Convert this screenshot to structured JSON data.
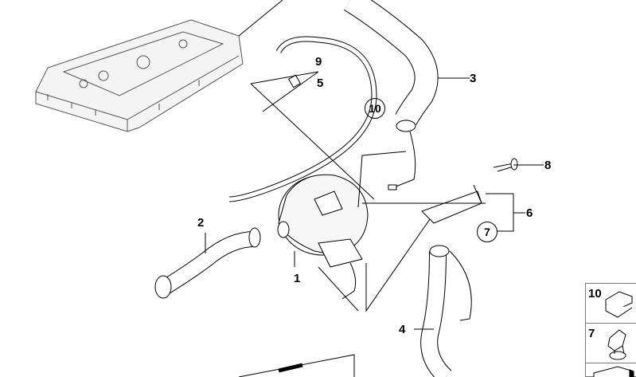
{
  "diagram": {
    "callouts": {
      "part_1": "1",
      "part_2": "2",
      "part_3": "3",
      "part_4": "4",
      "part_5": "5",
      "part_6": "6",
      "part_7": "7",
      "part_8": "8",
      "part_9": "9",
      "part_10": "10"
    },
    "legend": [
      {
        "number": "10"
      },
      {
        "number": "7"
      }
    ]
  }
}
